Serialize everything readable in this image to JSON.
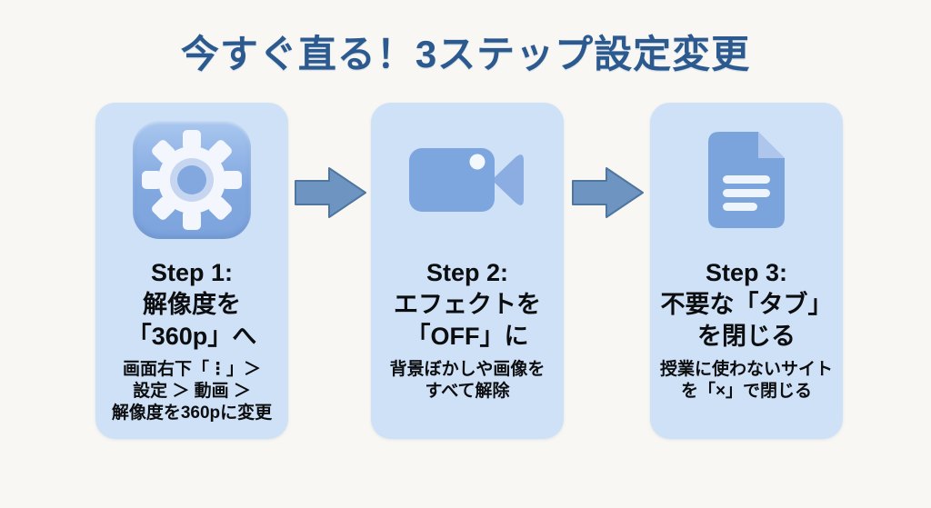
{
  "title": "今すぐ直る！3ステップ設定変更",
  "colors": {
    "page_background": "#f8f7f3",
    "card_background": "#cfe1f7",
    "title_text": "#2d5a8e",
    "body_text": "#0c0d0f",
    "icon_blue": "#7ea6de",
    "icon_tile_gradient_top": "#a9c7ef",
    "icon_tile_gradient_bottom": "#7da4dd",
    "arrow_fill": "#6e94c2",
    "arrow_stroke": "#4f769e"
  },
  "steps": [
    {
      "icon": "gear-icon",
      "heading_lines": [
        "Step 1:",
        "解像度を",
        "「360p」へ"
      ],
      "detail_lines": [
        "画面右下「⋮」＞",
        "設定 ＞ 動画 ＞",
        "解像度を360pに変更"
      ]
    },
    {
      "icon": "video-camera-icon",
      "heading_lines": [
        "Step 2:",
        "エフェクトを",
        "「OFF」に"
      ],
      "detail_lines": [
        "背景ぼかしや画像を",
        "すべて解除"
      ]
    },
    {
      "icon": "document-icon",
      "heading_lines": [
        "Step 3:",
        "不要な「タブ」",
        "を閉じる"
      ],
      "detail_lines": [
        "授業に使わないサイト",
        "を「×」で閉じる"
      ]
    }
  ],
  "connectors": [
    "right-arrow",
    "right-arrow"
  ]
}
